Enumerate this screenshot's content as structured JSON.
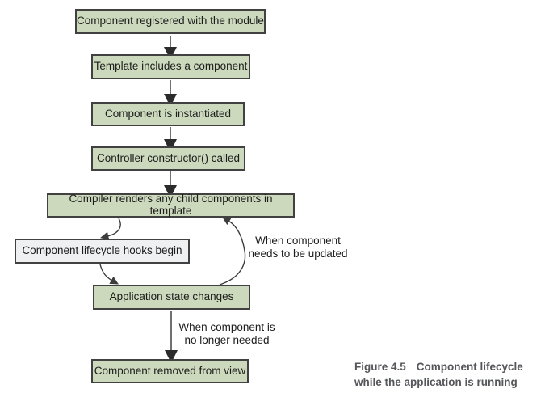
{
  "flowchart": {
    "nodes": [
      {
        "id": "registered",
        "label": "Component registered with the module",
        "fill": "green"
      },
      {
        "id": "template",
        "label": "Template includes a component",
        "fill": "green"
      },
      {
        "id": "instantiated",
        "label": "Component is instantiated",
        "fill": "green"
      },
      {
        "id": "constructor",
        "label": "Controller constructor() called",
        "fill": "green"
      },
      {
        "id": "compiler",
        "label": "Compiler renders any child components in template",
        "fill": "green"
      },
      {
        "id": "hooks",
        "label": "Component lifecycle hooks begin",
        "fill": "gray"
      },
      {
        "id": "state",
        "label": "Application state changes",
        "fill": "green"
      },
      {
        "id": "removed",
        "label": "Component removed from view",
        "fill": "green"
      }
    ],
    "edges": [
      {
        "from": "registered",
        "to": "template",
        "style": "straight",
        "label": ""
      },
      {
        "from": "template",
        "to": "instantiated",
        "style": "straight",
        "label": ""
      },
      {
        "from": "instantiated",
        "to": "constructor",
        "style": "straight",
        "label": ""
      },
      {
        "from": "constructor",
        "to": "compiler",
        "style": "straight",
        "label": ""
      },
      {
        "from": "compiler",
        "to": "hooks",
        "style": "curved",
        "label": ""
      },
      {
        "from": "hooks",
        "to": "state",
        "style": "curved",
        "label": ""
      },
      {
        "from": "state",
        "to": "compiler",
        "style": "curved",
        "label": "When component\nneeds to be updated"
      },
      {
        "from": "state",
        "to": "removed",
        "style": "straight",
        "label": "When component is\nno longer needed"
      }
    ]
  },
  "caption": {
    "label": "Figure 4.5",
    "line1": "Component lifecycle",
    "line2": "while the application is running"
  },
  "colors": {
    "node_fill": "#ccd9bc",
    "hooks_fill": "#eef0f2",
    "node_border": "#414141",
    "arrow_line": "#707070",
    "arrowhead": "#2b2b2b",
    "curve_line": "#3d3d3d",
    "caption": "#55565a"
  }
}
